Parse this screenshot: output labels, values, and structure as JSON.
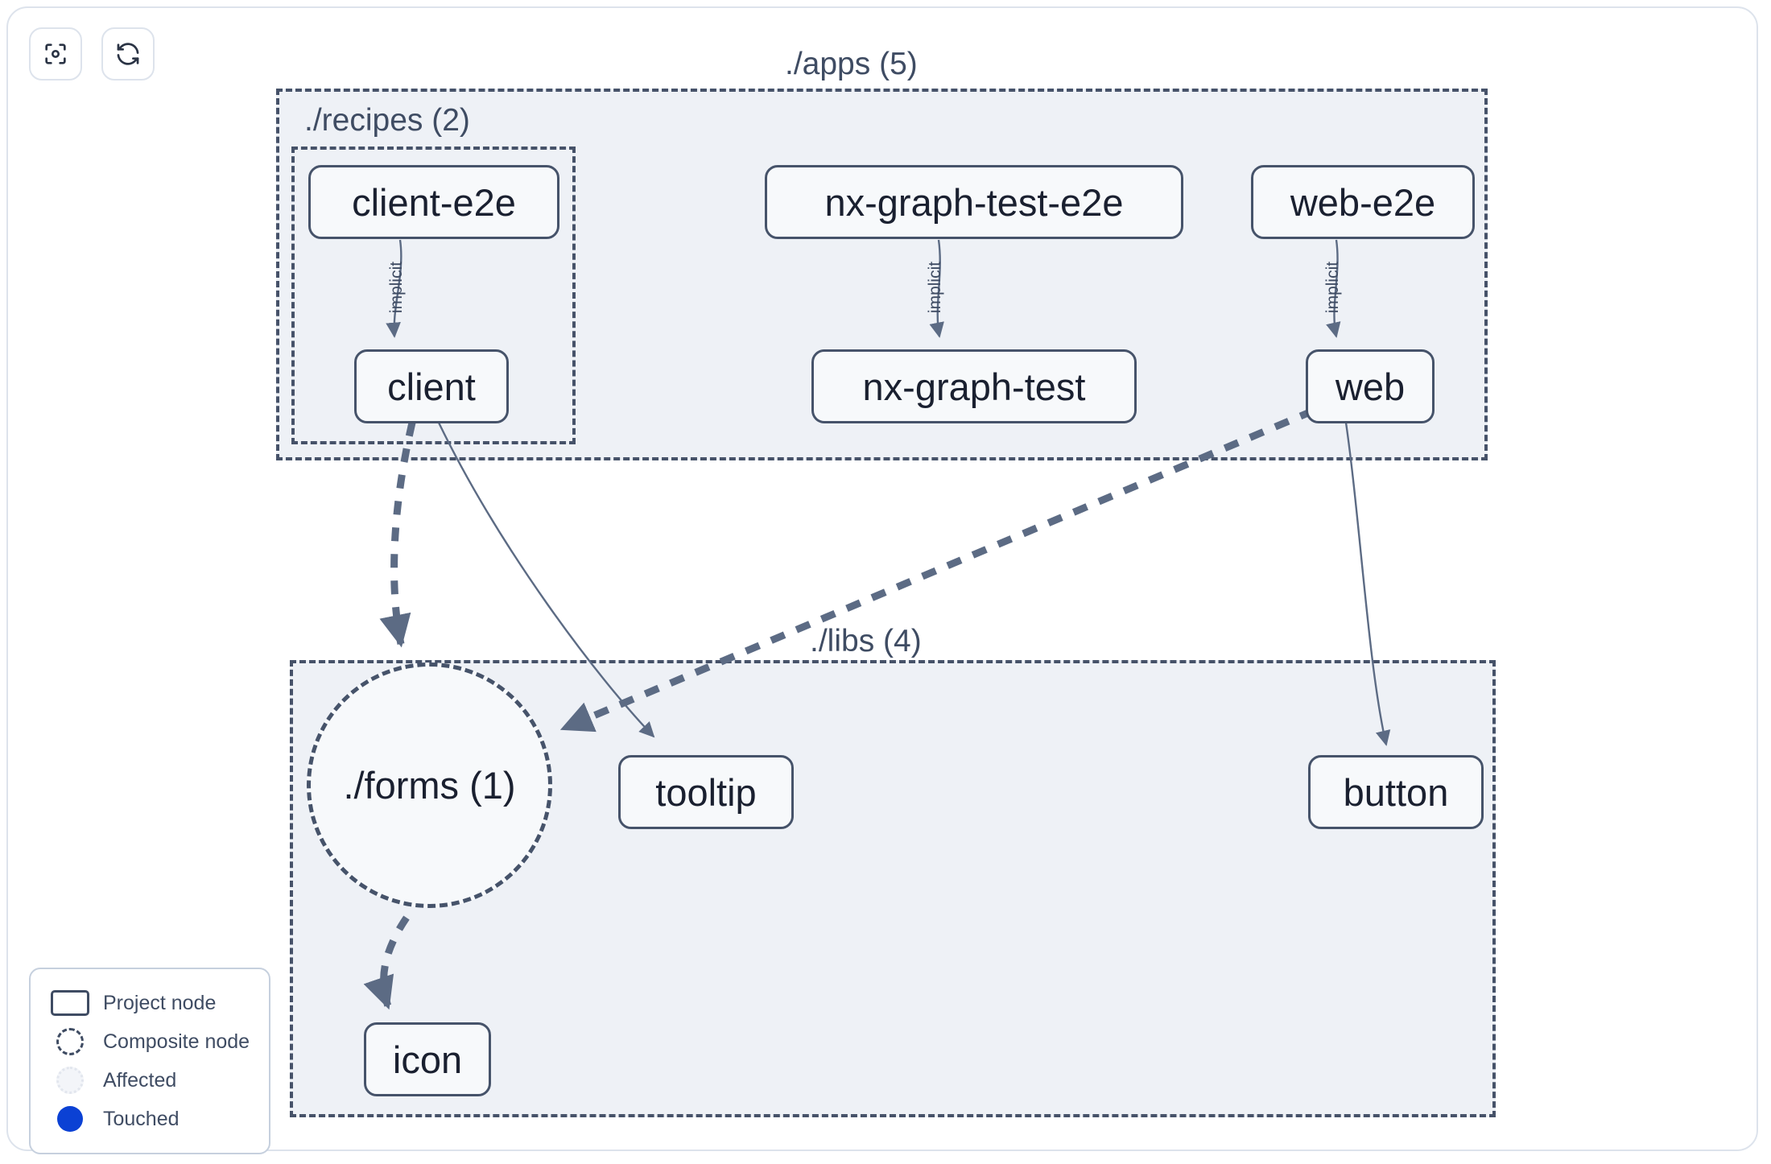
{
  "toolbar": {
    "buttons": [
      {
        "name": "focus-graph-button",
        "icon": "scan-target-icon",
        "title": "Focus graph"
      },
      {
        "name": "refresh-graph-button",
        "icon": "refresh-icon",
        "title": "Refresh graph"
      }
    ]
  },
  "groups": [
    {
      "id": "apps",
      "label": "./apps (5)",
      "count": 5
    },
    {
      "id": "recipes",
      "label": "./recipes (2)",
      "count": 2
    },
    {
      "id": "libs",
      "label": "./libs (4)",
      "count": 4
    }
  ],
  "nodes": [
    {
      "id": "client-e2e",
      "label": "client-e2e",
      "type": "project",
      "group": "recipes"
    },
    {
      "id": "client",
      "label": "client",
      "type": "project",
      "group": "recipes"
    },
    {
      "id": "nx-graph-test-e2e",
      "label": "nx-graph-test-e2e",
      "type": "project",
      "group": "apps"
    },
    {
      "id": "nx-graph-test",
      "label": "nx-graph-test",
      "type": "project",
      "group": "apps"
    },
    {
      "id": "web-e2e",
      "label": "web-e2e",
      "type": "project",
      "group": "apps"
    },
    {
      "id": "web",
      "label": "web",
      "type": "project",
      "group": "apps"
    },
    {
      "id": "forms",
      "label": "./forms (1)",
      "type": "composite",
      "group": "libs"
    },
    {
      "id": "tooltip",
      "label": "tooltip",
      "type": "project",
      "group": "libs"
    },
    {
      "id": "button",
      "label": "button",
      "type": "project",
      "group": "libs"
    },
    {
      "id": "icon",
      "label": "icon",
      "type": "project",
      "group": "libs"
    }
  ],
  "edges": [
    {
      "from": "client-e2e",
      "to": "client",
      "label": "implicit",
      "style": "thin-solid"
    },
    {
      "from": "nx-graph-test-e2e",
      "to": "nx-graph-test",
      "label": "implicit",
      "style": "thin-solid"
    },
    {
      "from": "web-e2e",
      "to": "web",
      "label": "implicit",
      "style": "thin-solid"
    },
    {
      "from": "client",
      "to": "forms",
      "label": "",
      "style": "thick-dashed"
    },
    {
      "from": "client",
      "to": "tooltip",
      "label": "",
      "style": "thin-solid"
    },
    {
      "from": "web",
      "to": "forms",
      "label": "",
      "style": "thick-dashed"
    },
    {
      "from": "web",
      "to": "button",
      "label": "",
      "style": "thin-solid"
    },
    {
      "from": "forms",
      "to": "icon",
      "label": "",
      "style": "thick-dashed"
    }
  ],
  "legend": {
    "items": [
      {
        "swatch": "project-node-swatch",
        "label": "Project node"
      },
      {
        "swatch": "composite-node-swatch",
        "label": "Composite node"
      },
      {
        "swatch": "affected-swatch",
        "label": "Affected"
      },
      {
        "swatch": "touched-swatch",
        "label": "Touched"
      }
    ]
  },
  "colors": {
    "group_fill": "#eef1f6",
    "group_border": "#465269",
    "node_fill": "#f7f9fb",
    "node_border": "#46536a",
    "node_text": "#1a2030",
    "edge": "#5c6b84",
    "touched": "#0b41d4",
    "page_background": "#ffffff"
  }
}
